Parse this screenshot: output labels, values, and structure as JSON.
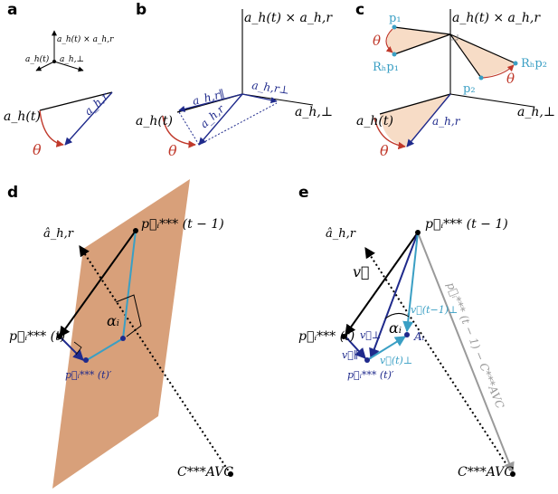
{
  "panels": {
    "a": {
      "label": "a",
      "axis_cross": "a_h(t) × a_h,r",
      "axis_t": "a_h(t)",
      "axis_perp": "a_h,⊥",
      "vec_t": "a_h(t)",
      "vec_r": "a_h,r",
      "angle": "θ"
    },
    "b": {
      "label": "b",
      "axis_cross": "a_h(t) × a_h,r",
      "axis_perp": "a_h,⊥",
      "vec_t": "a_h(t)",
      "vec_r": "a_h,r",
      "comp_par": "a_h,r∥",
      "comp_perp": "a_h,r⊥",
      "angle": "θ"
    },
    "c": {
      "label": "c",
      "axis_cross": "a_h(t) × a_h,r",
      "axis_perp": "a_h,⊥",
      "vec_t": "a_h(t)",
      "vec_r": "a_h,r",
      "p1": "p₁",
      "rp1": "Rₕp₁",
      "p2": "p₂",
      "rp2": "Rₕp₂",
      "angle": "θ"
    },
    "d": {
      "label": "d",
      "a_hat": "â_h,r",
      "p_prev": "p⃗ᵢ*** (t − 1)",
      "p_t": "p⃗ᵢ*** (t)",
      "p_prime": "p⃗ᵢ*** (t)′",
      "alpha": "αᵢ",
      "c_avc": "C***AVC"
    },
    "e": {
      "label": "e",
      "a_hat": "â_h,r",
      "p_prev": "p⃗ᵢ*** (t − 1)",
      "p_t": "p⃗ᵢ*** (t)",
      "p_prime": "p⃗ᵢ*** (t)′",
      "v": "v⃗",
      "v_perp": "v⃗⊥",
      "v_par": "v⃗∥",
      "v_t_perp": "v⃗(t)⊥",
      "v_t1_perp": "v⃗(t−1)⊥",
      "alpha": "αᵢ",
      "A": "Aᵢ",
      "diff": "p⃗ᵢ*** (t − 1) − C***AVC",
      "c_avc": "C***AVC"
    }
  },
  "colors": {
    "black": "#000000",
    "navy": "#1f2a8c",
    "cyan": "#3a9fc4",
    "red": "#c0392b",
    "plane": "#d8a07a",
    "wedge": "#f7dcc6",
    "grey": "#9a9a9a"
  }
}
